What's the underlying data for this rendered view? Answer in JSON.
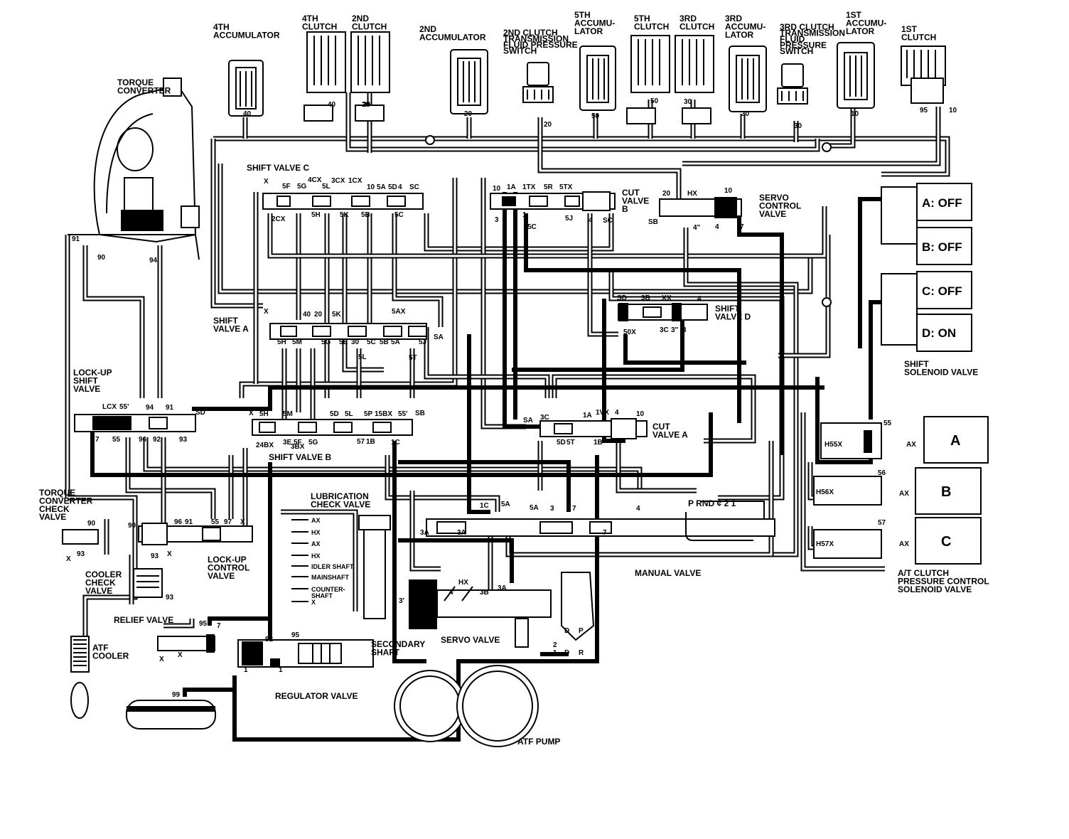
{
  "components": {
    "torque_converter": "TORQUE\nCONVERTER",
    "accumulator_4th": "4TH\nACCUMULATOR",
    "clutch_4th": "4TH\nCLUTCH",
    "clutch_2nd": "2ND\nCLUTCH",
    "accumulator_2nd": "2ND\nACCUMULATOR",
    "switch_2nd": "2ND CLUTCH\nTRANSMISSION\nFLUID PRESSURE\nSWITCH",
    "accumulator_5th": "5TH\nACCUMU-\nLATOR",
    "clutch_5th": "5TH\nCLUTCH",
    "clutch_3rd": "3RD\nCLUTCH",
    "accumulator_3rd": "3RD\nACCUMU-\nLATOR",
    "switch_3rd": "3RD CLUTCH\nTRANSMISSION\nFLUID\nPRESSURE\nSWITCH",
    "accumulator_1st": "1ST\nACCUMU-\nLATOR",
    "clutch_1st": "1ST\nCLUTCH",
    "shift_valve_c": "SHIFT VALVE C",
    "cut_valve_b": "CUT\nVALVE\nB",
    "servo_control_valve": "SERVO\nCONTROL\nVALVE",
    "shift_valve_a": "SHIFT\nVALVE A",
    "shift_valve_d": "SHIFT\nVALVE D",
    "lockup_shift_valve": "LOCK-UP\nSHIFT\nVALVE",
    "shift_valve_b": "SHIFT VALVE B",
    "cut_valve_a": "CUT\nVALVE A",
    "shift_solenoid_valve": "SHIFT\nSOLENOID VALVE",
    "tc_check_valve": "TORQUE\nCONVERTER\nCHECK\nVALVE",
    "lubrication_check_valve": "LUBRICATION\nCHECK VALVE",
    "lockup_control_valve": "LOCK-UP\nCONTROL\nVALVE",
    "cooler_check_valve": "COOLER\nCHECK\nVALVE",
    "relief_valve": "RELIEF VALVE",
    "atf_cooler": "ATF\nCOOLER",
    "secondary_shaft": "SECONDARY\nSHAFT",
    "servo_valve": "SERVO VALVE",
    "regulator_valve": "REGULATOR VALVE",
    "manual_valve": "MANUAL VALVE",
    "atf_pump": "ATF PUMP",
    "atc_solenoid": "A/T CLUTCH\nPRESSURE CONTROL\nSOLENOID VALVE",
    "manual_positions": "P  RND ¢ 2 1",
    "lube_labels": [
      "AX",
      "HX",
      "AX",
      "HX",
      "IDLER SHAFT",
      "MAINSHAFT",
      "COUNTER-\nSHAFT",
      "X"
    ]
  },
  "solenoids": [
    {
      "label": "A: OFF"
    },
    {
      "label": "B: OFF"
    },
    {
      "label": "C: OFF"
    },
    {
      "label": "D: ON"
    }
  ],
  "pc_solenoids": [
    {
      "label": "A",
      "port_in": "55",
      "port_h": "H55X",
      "port_out": "AX"
    },
    {
      "label": "B",
      "port_in": "56",
      "port_h": "H56X",
      "port_out": "AX"
    },
    {
      "label": "C",
      "port_in": "57",
      "port_h": "H57X",
      "port_out": "AX"
    }
  ],
  "port_labels": {
    "shift_valve_c_top": [
      "X",
      "5F",
      "5G",
      "4CX",
      "5L",
      "3CX",
      "1CX",
      "10",
      "5A",
      "5D",
      "4",
      "SC"
    ],
    "shift_valve_c_bottom": [
      "2CX",
      "5H",
      "5K",
      "5B",
      "5C"
    ],
    "cut_valve_b": [
      "10",
      "1A",
      "1TX",
      "5R",
      "5TX",
      "3",
      "1",
      "5C",
      "5J",
      "4",
      "SC"
    ],
    "servo_control": [
      "20",
      "HX",
      "10",
      "SB",
      "4\"",
      "4",
      "7"
    ],
    "shift_valve_a": [
      "X",
      "40",
      "20",
      "5K",
      "5AX",
      "5H",
      "5M",
      "5G",
      "5E",
      "30",
      "5C",
      "5B",
      "5A",
      "5J",
      "SA",
      "5L",
      "5T"
    ],
    "shift_valve_d": [
      "SD",
      "3B",
      "X",
      "X",
      "4",
      "50X",
      "3C",
      "3\"",
      "3"
    ],
    "lockup": [
      "LCX",
      "55'",
      "94",
      "91",
      "SD",
      "7",
      "55",
      "96",
      "92",
      "93"
    ],
    "shift_valve_b": [
      "X",
      "5H",
      "5M",
      "5D",
      "5L",
      "5P",
      "15BX",
      "55'",
      "SB",
      "24BX",
      "3E",
      "5F",
      "5G",
      "3BX",
      "57",
      "1B",
      "1C"
    ],
    "cut_valve_a": [
      "1A",
      "1VX",
      "4",
      "10",
      "SA",
      "3C",
      "5D",
      "5T",
      "1B"
    ],
    "torque_converter": [
      "91",
      "90",
      "94"
    ],
    "tc_check": [
      "90",
      "93",
      "X"
    ],
    "lockup_control": [
      "90",
      "96",
      "91",
      "55",
      "97",
      "X",
      "93",
      "X"
    ],
    "cooler_check": [
      "93"
    ],
    "relief": [
      "95",
      "7",
      "X",
      "X"
    ],
    "regulator": [
      "92",
      "95",
      "1",
      "1"
    ],
    "atf_cooler": [
      "99"
    ],
    "manual": [
      "1C",
      "5A",
      "5A",
      "3",
      "7",
      "4",
      "3A",
      "3A",
      "7"
    ],
    "servo": [
      "4'",
      "HX",
      "3B",
      "3A",
      "3'"
    ],
    "manual_lever": [
      "2",
      "D",
      "P",
      "1",
      "D",
      "R"
    ],
    "clutch_ports": [
      "40",
      "40",
      "20",
      "20",
      "20",
      "20",
      "50",
      "50",
      "30",
      "30",
      "30",
      "10",
      "95",
      "10"
    ]
  }
}
